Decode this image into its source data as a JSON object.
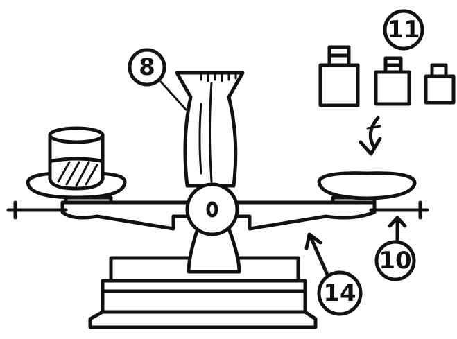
{
  "diagram": {
    "callouts": [
      {
        "id": "callout-8",
        "label": "8"
      },
      {
        "id": "callout-11",
        "label": "11"
      },
      {
        "id": "callout-10",
        "label": "10"
      },
      {
        "id": "callout-14",
        "label": "14"
      }
    ],
    "colors": {
      "ink": "#111111",
      "background": "#ffffff"
    }
  }
}
